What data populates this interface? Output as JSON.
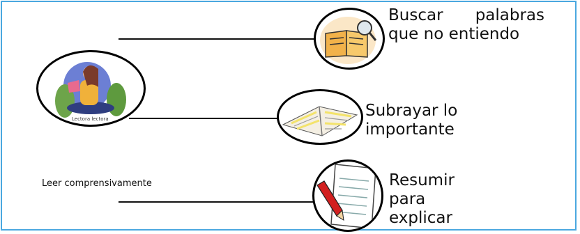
{
  "center_image": {
    "caption": "Lectora lectora"
  },
  "caption_left": "Leer comprensivamente",
  "items": [
    {
      "line1": "Buscar",
      "line1b": "palabras",
      "line2": "que no entiendo"
    },
    {
      "line1": "Subrayar lo",
      "line2": "importante"
    },
    {
      "line1": "Resumir",
      "line2": "para",
      "line3": "explicar"
    }
  ],
  "colors": {
    "frame": "#4aa8e0",
    "book_cover": "#f2b24a",
    "highlight": "#f3e36b",
    "pencil": "#d22020"
  }
}
